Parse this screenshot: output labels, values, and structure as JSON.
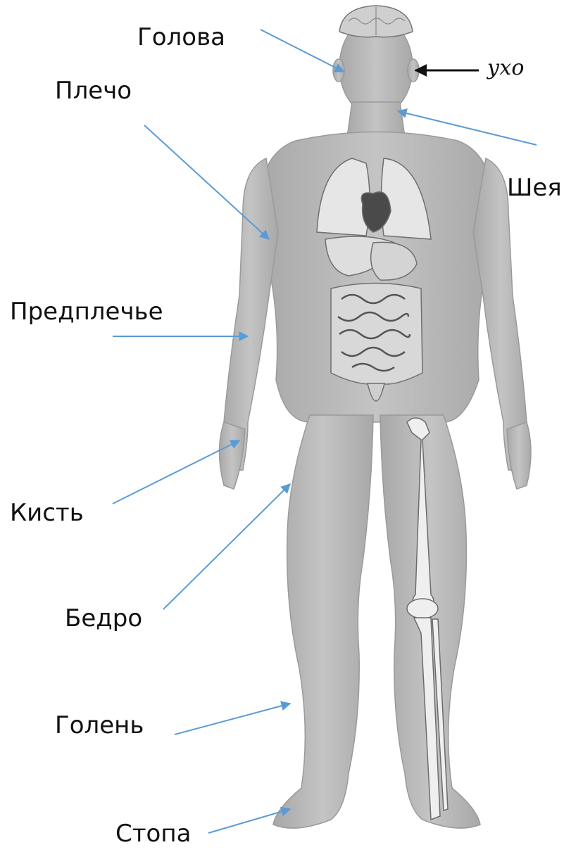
{
  "labels": {
    "head": "Голова",
    "shoulder": "Плечо",
    "neck": "Шея",
    "forearm": "Предплечье",
    "hand": "Кисть",
    "thigh": "Бедро",
    "shin": "Голень",
    "foot": "Стопа",
    "ear": "ухо"
  },
  "colors": {
    "arrow": "#5b9bd5",
    "body": "#b9b9b9",
    "organ": "#e4e4e4",
    "bone": "#ececec",
    "ear_arrow": "#111111"
  }
}
